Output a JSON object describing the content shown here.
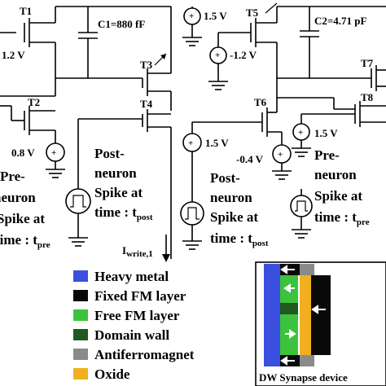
{
  "transistors": [
    "T1",
    "T2",
    "T3",
    "T4",
    "T5",
    "T6",
    "T7",
    "T8"
  ],
  "capacitors": [
    {
      "label": "C1=880 fF"
    },
    {
      "label": "C2=4.71 pF"
    }
  ],
  "sources": {
    "t1_gate": "1.2 V",
    "t2_gate": "0.8 V",
    "center_top": "1.5 V",
    "center_neg": "-1.2 V",
    "t6_gate": "1.5 V",
    "t6_neg": "-0.4 V",
    "t8_gate": "1.5 V"
  },
  "spikes": {
    "left_pre": [
      "Pre-",
      "neuron",
      "Spike at",
      "time : t"
    ],
    "left_pre_sub": "pre",
    "left_post": [
      "Post-",
      "neuron",
      "Spike at",
      "time : t"
    ],
    "left_post_sub": "post",
    "mid_post": [
      "Post-",
      "neuron",
      "Spike at",
      "time : t"
    ],
    "mid_post_sub": "post",
    "right_pre": [
      "Pre-",
      "neuron",
      "Spike at",
      "time : t"
    ],
    "right_pre_sub": "pre"
  },
  "current": {
    "main": "I",
    "sub": "write,1"
  },
  "legend": [
    {
      "label": "Heavy metal",
      "color": "#3a4fe0"
    },
    {
      "label": "Fixed FM layer",
      "color": "#0a0a0a"
    },
    {
      "label": "Free FM layer",
      "color": "#3cc23c"
    },
    {
      "label": "Domain wall",
      "color": "#1f5a1f"
    },
    {
      "label": "Antiferromagnet",
      "color": "#8a8a8a"
    },
    {
      "label": "Oxide",
      "color": "#f0b020"
    }
  ],
  "device_caption": "DW Synapse device"
}
